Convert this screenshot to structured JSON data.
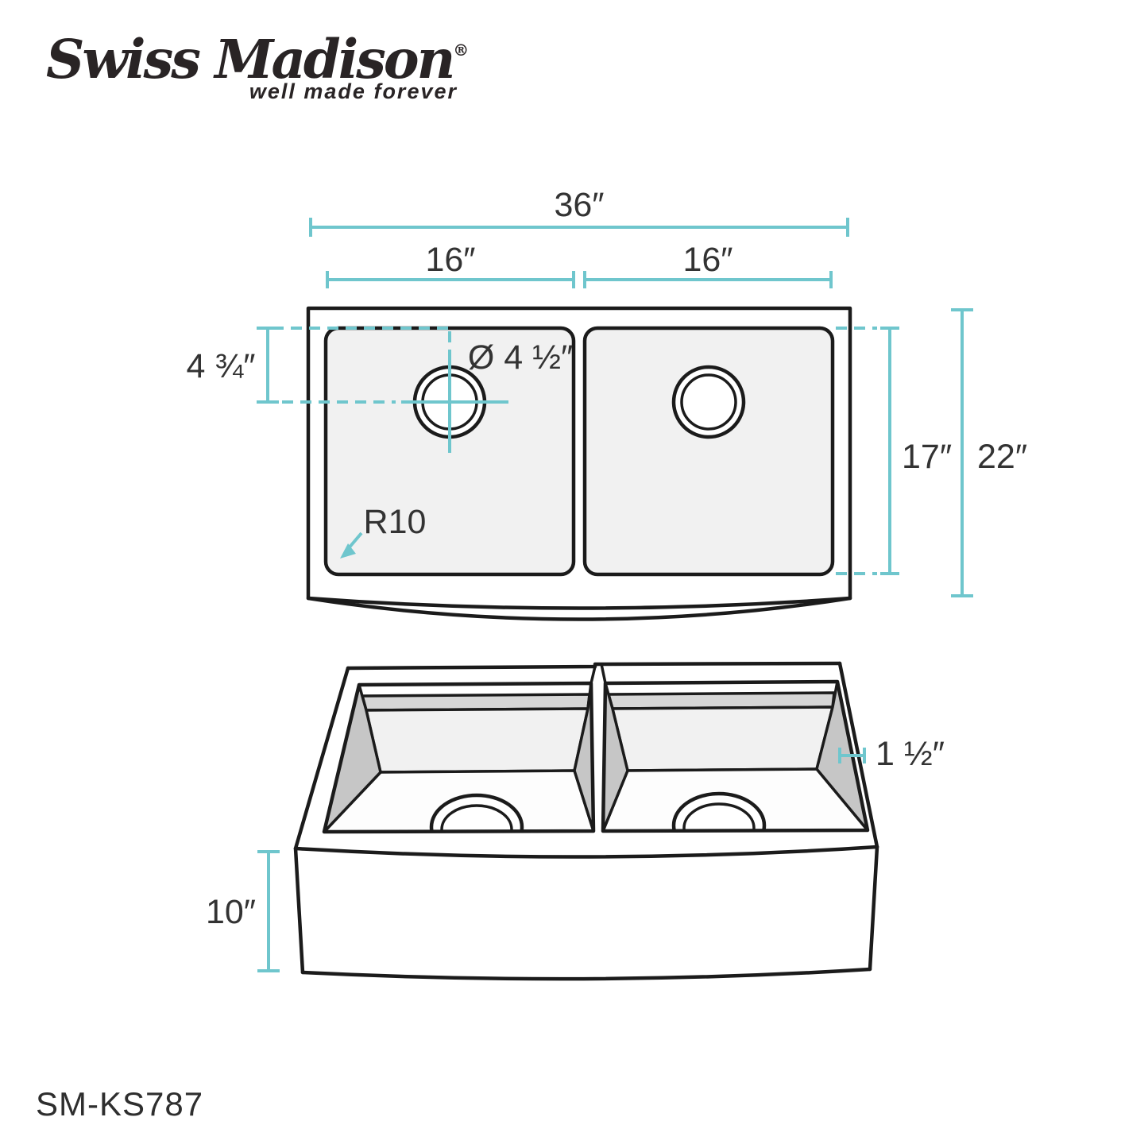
{
  "brand": {
    "name": "Swiss Madison",
    "registered_mark": "®",
    "tagline": "well made forever"
  },
  "model_number": "SM-KS787",
  "colors": {
    "dimension_teal": "#6FC6CD",
    "line_black": "#1B1B1B",
    "label_gray": "#333333"
  },
  "top_view": {
    "overall_width_label": "36″",
    "left_bowl_width_label": "16″",
    "right_bowl_width_label": "16″",
    "drain_offset_label": "4 ¾″",
    "drain_diameter_label": "Ø 4 ½″",
    "corner_radius_label": "R10",
    "bowl_front_to_back_label": "17″",
    "overall_front_to_back_label": "22″"
  },
  "front_view": {
    "rim_width_label": "1 ½″",
    "apron_height_label": "10″"
  }
}
